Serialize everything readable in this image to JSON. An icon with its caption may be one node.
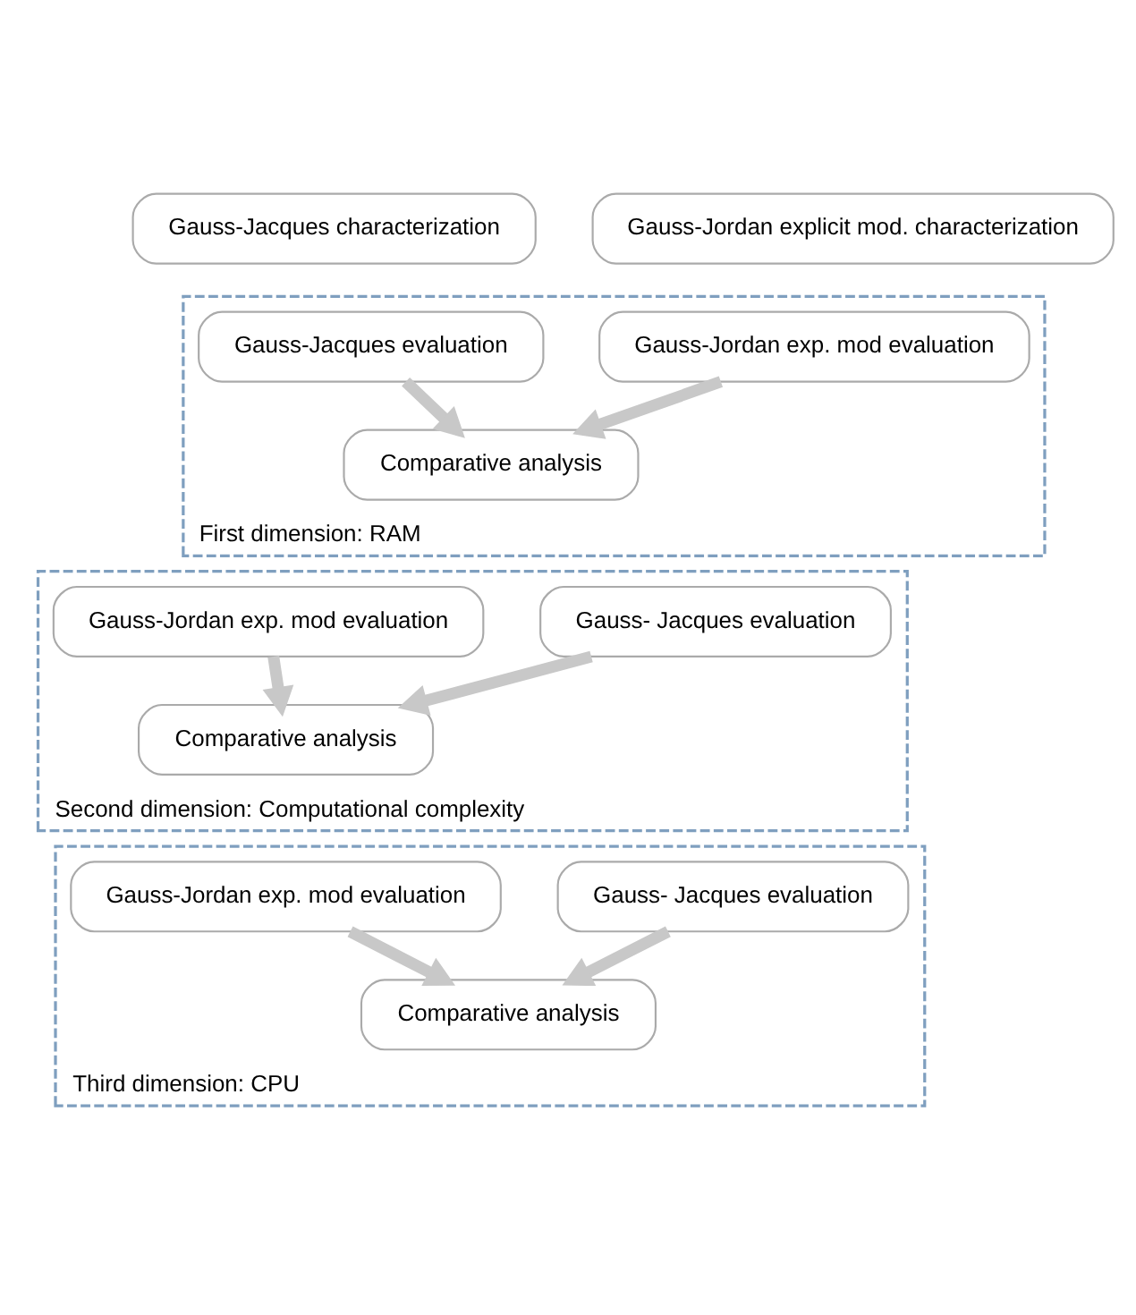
{
  "diagram": {
    "nodes": [
      {
        "text": [
          "Gauss-Jacques characterization"
        ]
      },
      {
        "text": [
          "Gauss-Jordan explicit mod. characterization"
        ]
      },
      {
        "text": [
          "First dimension: RAM"
        ]
      },
      {
        "text": [
          "Gauss-Jacques evaluation"
        ],
        "in": 2
      },
      {
        "text": [
          "Gauss-Jordan exp. mod evaluation"
        ],
        "in": 2
      },
      {
        "text": [
          "Comparative analysis"
        ],
        "in": 2
      },
      {
        "text": [
          "Second dimension: Computational complexity"
        ]
      },
      {
        "text": [
          "Gauss- Jacques evaluation"
        ],
        "in": 6
      },
      {
        "text": [
          "Gauss-Jordan exp. mod evaluation"
        ],
        "in": 6
      },
      {
        "text": [
          "Comparative analysis"
        ],
        "in": 6
      },
      {
        "text": [
          "Third dimension: CPU"
        ]
      },
      {
        "text": [
          "Gauss- Jacques evaluation"
        ],
        "in": 10
      },
      {
        "text": [
          "Gauss-Jordan exp. mod evaluation"
        ],
        "in": 10
      },
      {
        "text": [
          "Comparative analysis"
        ],
        "in": 10
      }
    ],
    "edges": [
      {
        "from": 3,
        "to": 5,
        "arrow": "to"
      },
      {
        "from": 4,
        "to": 5,
        "arrow": "to"
      },
      {
        "from": 7,
        "to": 9,
        "arrow": "to"
      },
      {
        "from": 8,
        "to": 9,
        "arrow": "to"
      },
      {
        "from": 11,
        "to": 13,
        "arrow": "to"
      },
      {
        "from": 12,
        "to": 13,
        "arrow": "to"
      }
    ]
  }
}
